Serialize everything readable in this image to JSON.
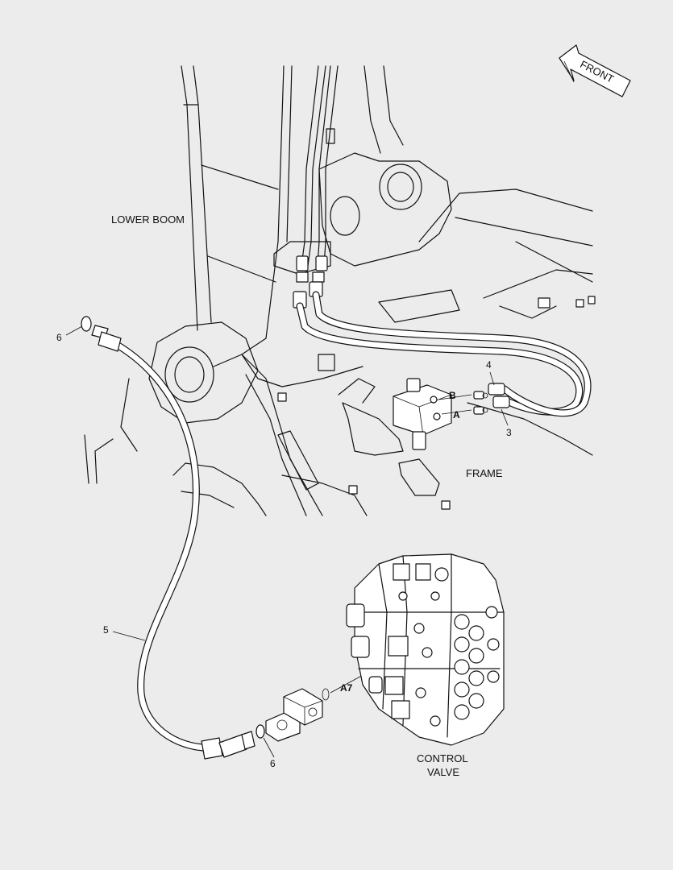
{
  "diagram": {
    "front_label": "FRONT",
    "lower_boom_label": "LOWER BOOM",
    "frame_label": "FRAME",
    "control_valve_line1": "CONTROL",
    "control_valve_line2": "VALVE",
    "port_a": "A",
    "port_b": "B",
    "port_a7": "A7",
    "callouts": {
      "item3": "3",
      "item4": "4",
      "item5": "5",
      "item6_top": "6",
      "item6_bottom": "6"
    }
  },
  "colors": {
    "background": "#ececec",
    "line": "#111111",
    "fill": "#ffffff"
  }
}
